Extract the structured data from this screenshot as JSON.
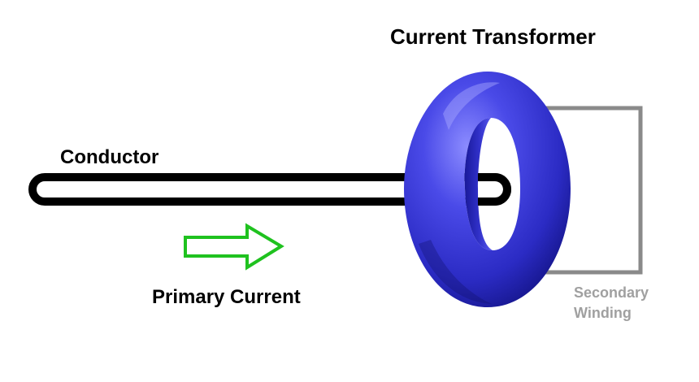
{
  "diagram": {
    "title": "Current Transformer",
    "conductor_label": "Conductor",
    "primary_current_label": "Primary Current",
    "secondary_winding_label": {
      "line1": "Secondary",
      "line2": "Winding"
    }
  },
  "colors": {
    "toroid_core": "#3a3ad6",
    "toroid_shadow": "#15158a",
    "toroid_highlight": "#8c8cff",
    "conductor_stroke": "#000000",
    "arrow_stroke": "#1fc21f",
    "secondary_wire": "#8a8a8a",
    "secondary_text": "#a0a0a0"
  },
  "icons": {
    "current_direction": "right-arrow-outline-icon",
    "core": "toroid-core-icon"
  }
}
